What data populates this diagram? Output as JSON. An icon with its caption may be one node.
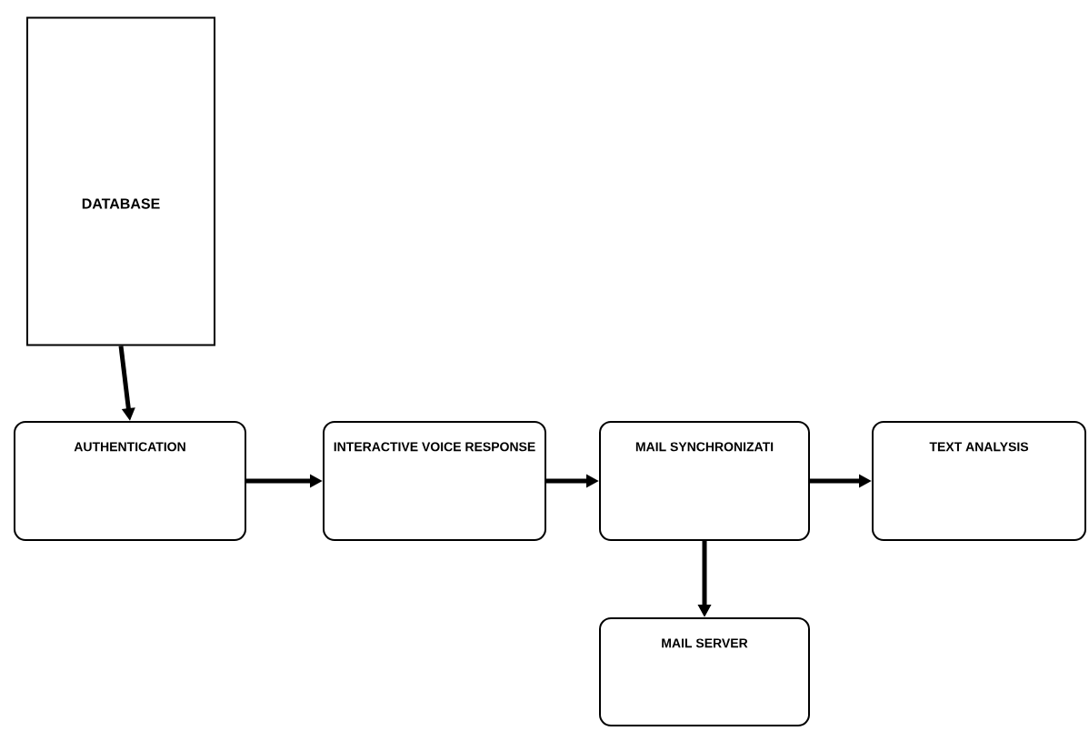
{
  "diagram": {
    "nodes": [
      {
        "text": [
          "DATABASE"
        ]
      },
      {
        "text": [
          "AUTHENTICATION"
        ]
      },
      {
        "text": [
          "INTERACTIVE VOICE RESPONSE"
        ]
      },
      {
        "text": [
          "MAIL SYNCHRONIZATI"
        ]
      },
      {
        "text": [
          "TEXT ANALYSIS"
        ]
      },
      {
        "text": [
          "MAIL SERVER"
        ]
      }
    ],
    "edges": [
      {
        "from": 0,
        "to": 1,
        "arrow": "to"
      },
      {
        "from": 1,
        "to": 2,
        "arrow": "to"
      },
      {
        "from": 2,
        "to": 3,
        "arrow": "to"
      },
      {
        "from": 3,
        "to": 4,
        "arrow": "to"
      },
      {
        "from": 3,
        "to": 5,
        "arrow": "to"
      }
    ]
  }
}
